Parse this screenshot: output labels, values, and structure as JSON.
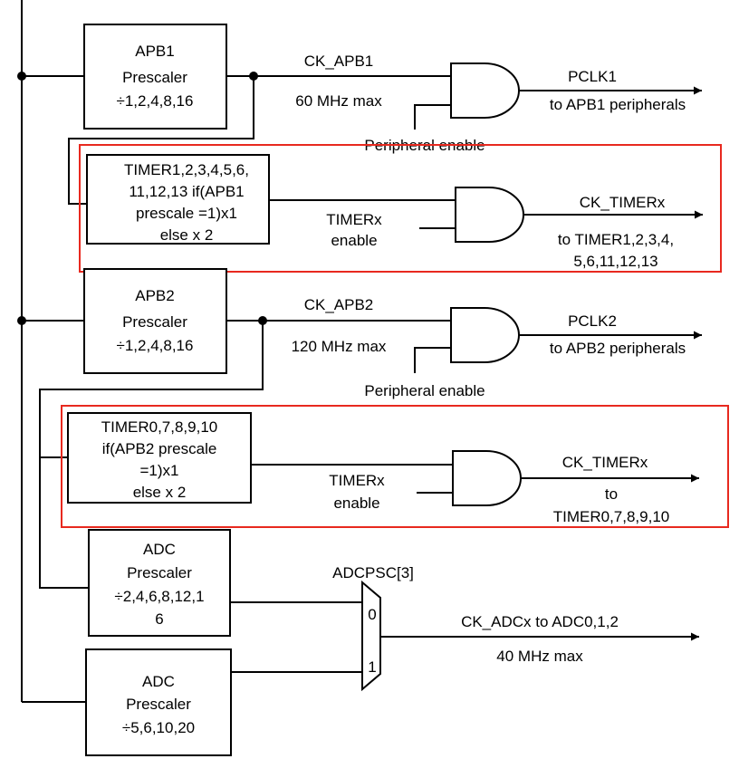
{
  "apb1": {
    "prescaler": [
      "APB1",
      "Prescaler",
      "÷1,2,4,8,16"
    ],
    "clock": "CK_APB1",
    "max": "60 MHz max",
    "out": "PCLK1",
    "dest": "to APB1 peripherals",
    "enable": "Peripheral enable"
  },
  "timer1": {
    "box": [
      "TIMER1,2,3,4,5,6,",
      "11,12,13 if(APB1",
      "prescale =1)x1",
      "else x 2"
    ],
    "enable": [
      "TIMERx",
      "enable"
    ],
    "out": "CK_TIMERx",
    "dest": [
      "to TIMER1,2,3,4,",
      "5,6,11,12,13"
    ]
  },
  "apb2": {
    "prescaler": [
      "APB2",
      "Prescaler",
      "÷1,2,4,8,16"
    ],
    "clock": "CK_APB2",
    "max": "120 MHz max",
    "out": "PCLK2",
    "dest": "to APB2 peripherals",
    "enable": "Peripheral enable"
  },
  "timer0": {
    "box": [
      "TIMER0,7,8,9,10",
      "if(APB2 prescale",
      "=1)x1",
      "else x 2"
    ],
    "enable": [
      "TIMERx",
      "enable"
    ],
    "out": "CK_TIMERx",
    "dest": [
      "to",
      "TIMER0,7,8,9,10"
    ]
  },
  "adc_a": {
    "prescaler": [
      "ADC",
      "Prescaler",
      "÷2,4,6,8,12,1",
      "6"
    ]
  },
  "adc_b": {
    "prescaler": [
      "ADC",
      "Prescaler",
      "÷5,6,10,20"
    ]
  },
  "mux": {
    "select": "ADCPSC[3]",
    "in0": "0",
    "in1": "1",
    "out": "CK_ADCx to ADC0,1,2",
    "max": "40 MHz max"
  },
  "colors": {
    "highlight": "#e8291f",
    "line": "#000000"
  }
}
